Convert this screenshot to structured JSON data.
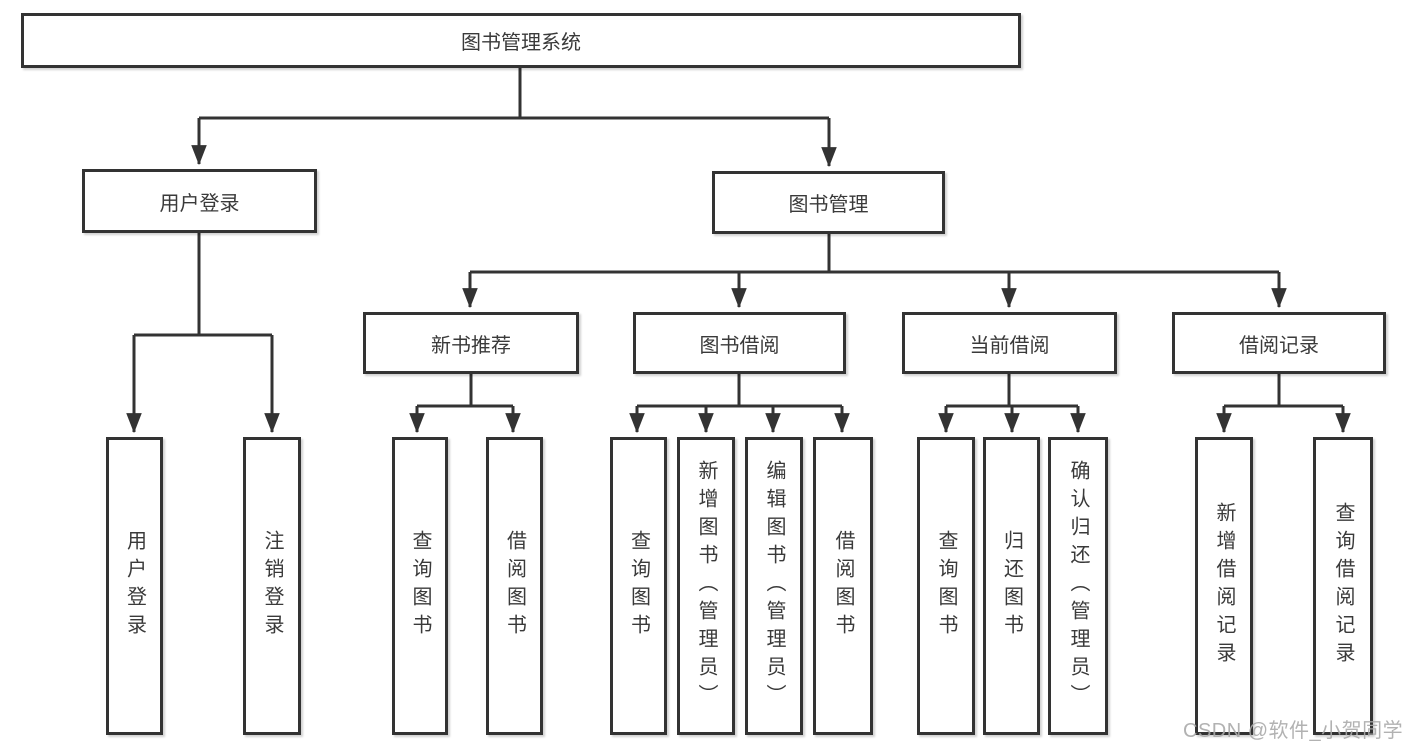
{
  "diagram": {
    "title": "图书管理系统",
    "watermark": "CSDN @软件_小贺同学",
    "colors": {
      "line": "#333333",
      "box_border": "#333333",
      "box_fill": "#ffffff",
      "text": "#3a3a3a",
      "watermark": "#aaaaaa"
    },
    "nodes": {
      "root": {
        "label": "图书管理系统"
      },
      "user_login": {
        "label": "用户登录"
      },
      "book_mgmt": {
        "label": "图书管理"
      },
      "new_book_rec": {
        "label": "新书推荐"
      },
      "book_borrow": {
        "label": "图书借阅"
      },
      "current_borrow": {
        "label": "当前借阅"
      },
      "borrow_records": {
        "label": "借阅记录"
      },
      "leaf_user_login": {
        "label": "用户登录"
      },
      "leaf_logout": {
        "label": "注销登录"
      },
      "leaf_nb_query": {
        "label": "查询图书"
      },
      "leaf_nb_borrow": {
        "label": "借阅图书"
      },
      "leaf_bb_query": {
        "label": "查询图书"
      },
      "leaf_bb_add": {
        "label": "新增图书（管理员）"
      },
      "leaf_bb_edit": {
        "label": "编辑图书（管理员）"
      },
      "leaf_bb_borrow": {
        "label": "借阅图书"
      },
      "leaf_cb_query": {
        "label": "查询图书"
      },
      "leaf_cb_return": {
        "label": "归还图书"
      },
      "leaf_cb_confirm": {
        "label": "确认归还（管理员）"
      },
      "leaf_br_add": {
        "label": "新增借阅记录"
      },
      "leaf_br_query": {
        "label": "查询借阅记录"
      }
    },
    "hierarchy_note": "root > [user_login > (leaf_user_login, leaf_logout)], [book_mgmt > (new_book_rec > leaf_nb_query, leaf_nb_borrow), (book_borrow > leaf_bb_query, leaf_bb_add, leaf_bb_edit, leaf_bb_borrow), (current_borrow > leaf_cb_query, leaf_cb_return, leaf_cb_confirm), (borrow_records > leaf_br_add, leaf_br_query)]"
  }
}
